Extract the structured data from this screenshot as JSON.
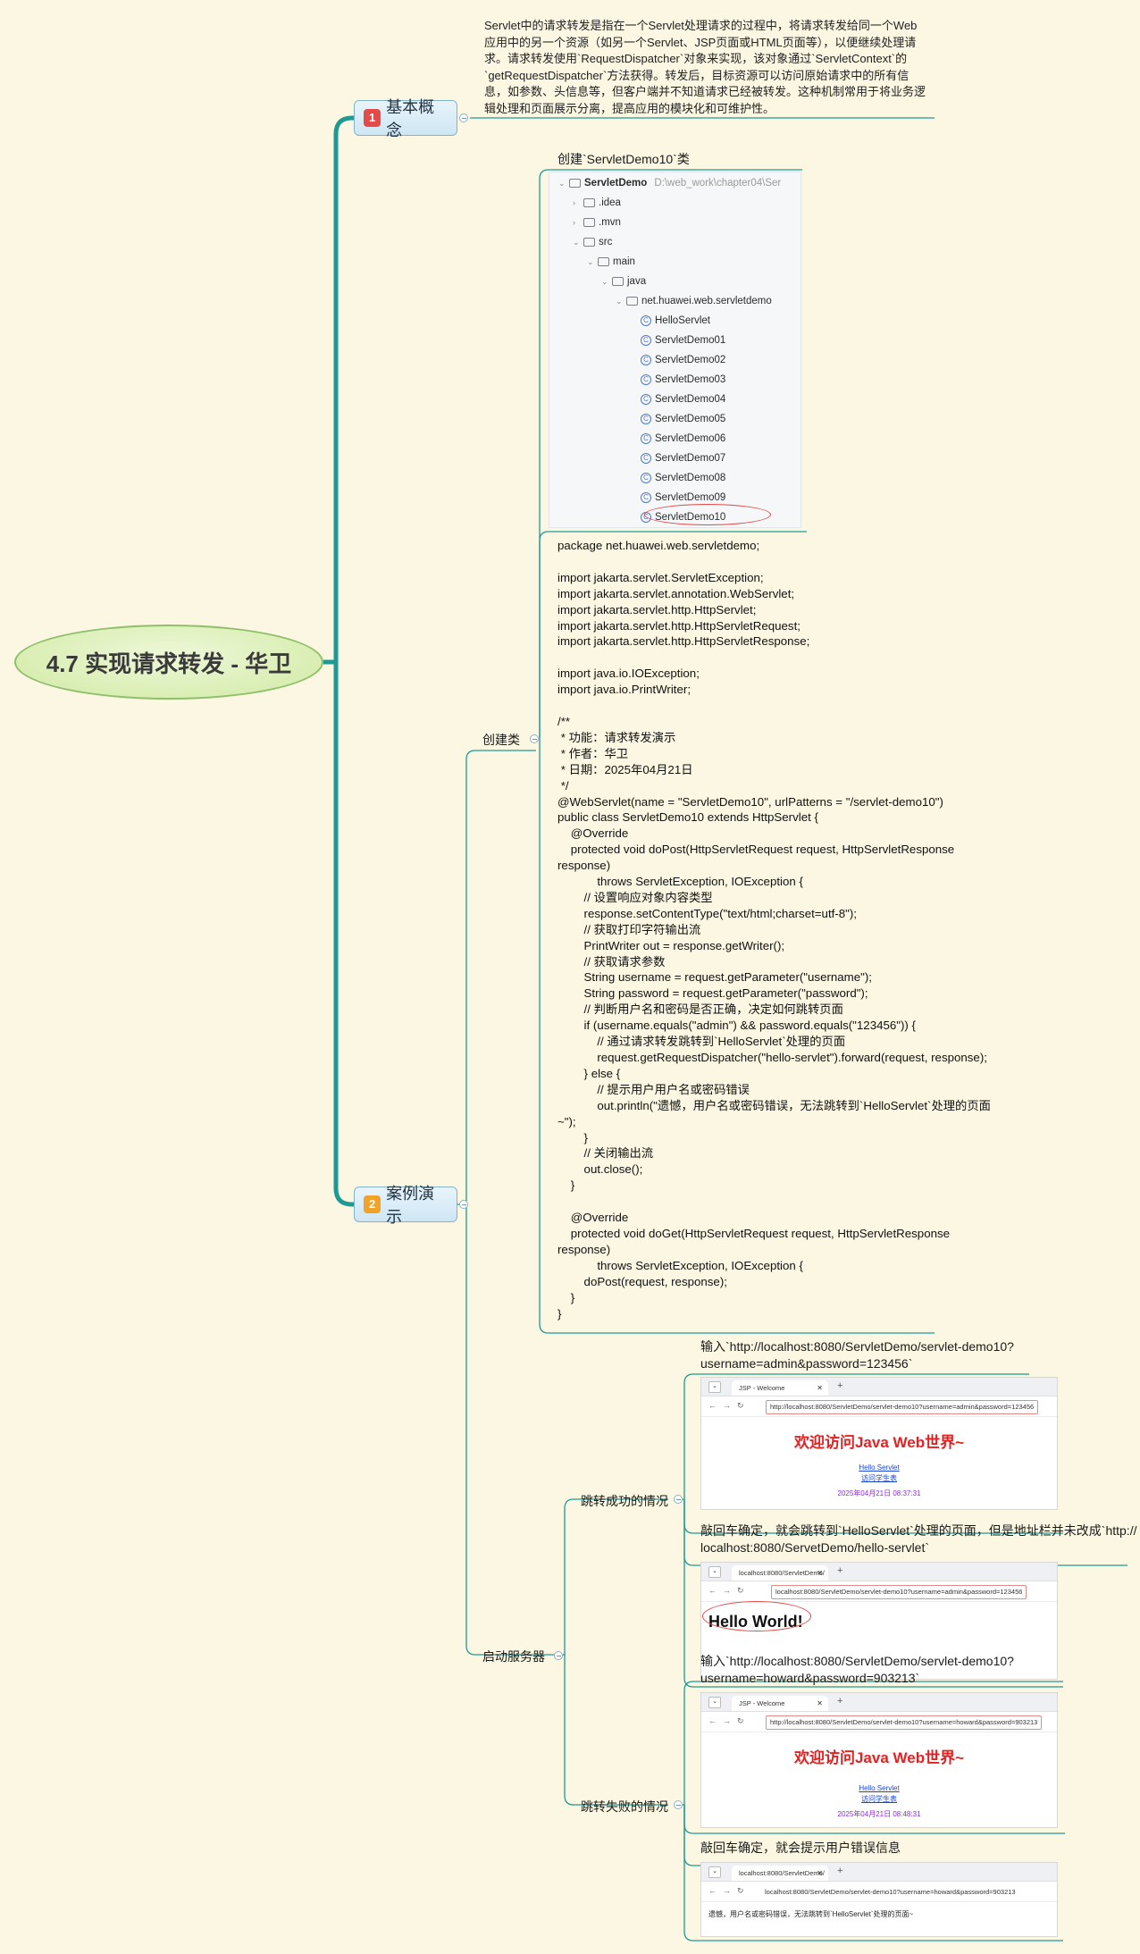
{
  "root": {
    "title": "4.7 实现请求转发 - 华卫"
  },
  "branch1": {
    "number": "1",
    "label": "基本概念",
    "paragraph": [
      "Servlet中的请求转发是指在一个Servlet处理请求的过程中，将请求转发给同一个Web",
      "应用中的另一个资源（如另一个Servlet、JSP页面或HTML页面等），以便继续处理请",
      "求。请求转发使用`RequestDispatcher`对象来实现，该对象通过`ServletContext`的",
      "`getRequestDispatcher`方法获得。转发后，目标资源可以访问原始请求中的所有信",
      "息，如参数、头信息等，但客户端并不知道请求已经被转发。这种机制常用于将业务逻",
      "辑处理和页面展示分离，提高应用的模块化和可维护性。"
    ]
  },
  "branch2": {
    "number": "2",
    "label": "案例演示"
  },
  "create_class": {
    "label": "创建类",
    "caption": "创建`ServletDemo10`类",
    "tree": {
      "project": "ServletDemo",
      "project_path": "D:\\web_work\\chapter04\\Ser",
      "folders": [
        ".idea",
        ".mvn",
        "src",
        "main",
        "java"
      ],
      "package": "net.huawei.web.servletdemo",
      "classes": [
        "HelloServlet",
        "ServletDemo01",
        "ServletDemo02",
        "ServletDemo03",
        "ServletDemo04",
        "ServletDemo05",
        "ServletDemo06",
        "ServletDemo07",
        "ServletDemo08",
        "ServletDemo09",
        "ServletDemo10"
      ]
    },
    "code": "package net.huawei.web.servletdemo;\n\nimport jakarta.servlet.ServletException;\nimport jakarta.servlet.annotation.WebServlet;\nimport jakarta.servlet.http.HttpServlet;\nimport jakarta.servlet.http.HttpServletRequest;\nimport jakarta.servlet.http.HttpServletResponse;\n\nimport java.io.IOException;\nimport java.io.PrintWriter;\n\n/**\n * 功能：请求转发演示\n * 作者：华卫\n * 日期：2025年04月21日\n */\n@WebServlet(name = \"ServletDemo10\", urlPatterns = \"/servlet-demo10\")\npublic class ServletDemo10 extends HttpServlet {\n    @Override\n    protected void doPost(HttpServletRequest request, HttpServletResponse\nresponse)\n            throws ServletException, IOException {\n        // 设置响应对象内容类型\n        response.setContentType(\"text/html;charset=utf-8\");\n        // 获取打印字符输出流\n        PrintWriter out = response.getWriter();\n        // 获取请求参数\n        String username = request.getParameter(\"username\");\n        String password = request.getParameter(\"password\");\n        // 判断用户名和密码是否正确，决定如何跳转页面\n        if (username.equals(\"admin\") && password.equals(\"123456\")) {\n            // 通过请求转发跳转到`HelloServlet`处理的页面\n            request.getRequestDispatcher(\"hello-servlet\").forward(request, response);\n        } else {\n            // 提示用户用户名或密码错误\n            out.println(\"遗憾，用户名或密码错误，无法跳转到`HelloServlet`处理的页面\n~\");\n        }\n        // 关闭输出流\n        out.close();\n    }\n\n    @Override\n    protected void doGet(HttpServletRequest request, HttpServletResponse\nresponse)\n            throws ServletException, IOException {\n        doPost(request, response);\n    }\n}"
  },
  "start_server": {
    "label": "启动服务器",
    "success": {
      "label": "跳转成功的情况",
      "input_caption": [
        "输入`http://localhost:8080/ServletDemo/servlet-demo10?",
        "username=admin&password=123456`"
      ],
      "browser1": {
        "tab": "JSP - Welcome",
        "url": "http://localhost:8080/ServletDemo/servlet-demo10?username=admin&password=123456",
        "heading": "欢迎访问Java Web世界~",
        "link1": "Hello Servlet",
        "link2": "访问学生表",
        "date": "2025年04月21日 08:37:31"
      },
      "result_caption": [
        "敲回车确定，就会跳转到`HelloServlet`处理的页面，但是地址栏并未改成`http://",
        "localhost:8080/ServetDemo/hello-servlet`"
      ],
      "browser2": {
        "tab": "localhost:8080/ServletDemo/",
        "url": "localhost:8080/ServletDemo/servlet-demo10?username=admin&password=123456",
        "body": "Hello World!"
      }
    },
    "failure": {
      "label": "跳转失败的情况",
      "input_caption": [
        "输入`http://localhost:8080/ServletDemo/servlet-demo10?",
        "username=howard&password=903213`"
      ],
      "browser1": {
        "tab": "JSP - Welcome",
        "url": "http://localhost:8080/ServletDemo/servlet-demo10?username=howard&password=903213",
        "heading": "欢迎访问Java Web世界~",
        "link1": "Hello Servlet",
        "link2": "访问学生表",
        "date": "2025年04月21日 08:48:31"
      },
      "result_caption": [
        "敲回车确定，就会提示用户错误信息"
      ],
      "browser2": {
        "tab": "localhost:8080/ServletDemo/",
        "url": "localhost:8080/ServletDemo/servlet-demo10?username=howard&password=903213",
        "body": "遗憾，用户名或密码错误，无法跳转到`HelloServlet`处理的页面~"
      }
    }
  },
  "colors": {
    "background": "#fcf7e2",
    "connector": "#1f9a93",
    "accent_red": "#e62020"
  }
}
